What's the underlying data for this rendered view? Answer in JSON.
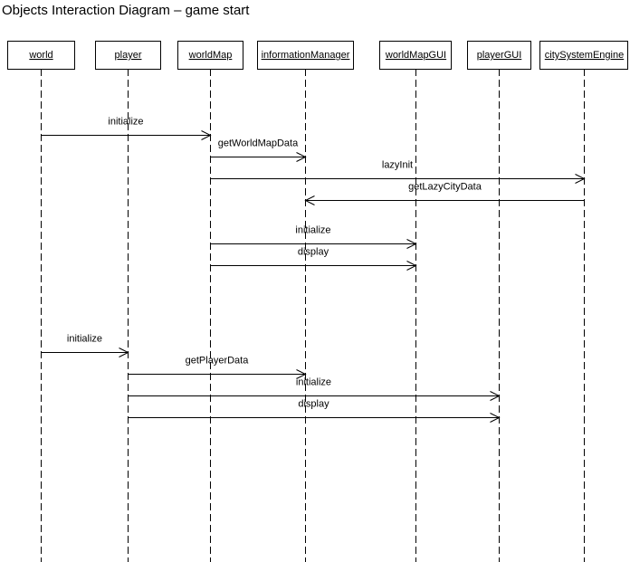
{
  "title": "Objects Interaction Diagram – game start",
  "objects": [
    {
      "id": "world",
      "label": "world"
    },
    {
      "id": "player",
      "label": "player"
    },
    {
      "id": "worldMap",
      "label": "worldMap"
    },
    {
      "id": "informationManager",
      "label": "informationManager"
    },
    {
      "id": "worldMapGUI",
      "label": "worldMapGUI"
    },
    {
      "id": "playerGUI",
      "label": "playerGUI"
    },
    {
      "id": "citySystemEngine",
      "label": "citySystemEngine"
    }
  ],
  "messages": [
    {
      "from": "world",
      "to": "worldMap",
      "label": "initialize"
    },
    {
      "from": "worldMap",
      "to": "informationManager",
      "label": "getWorldMapData"
    },
    {
      "from": "worldMap",
      "to": "citySystemEngine",
      "label": "lazyInit"
    },
    {
      "from": "citySystemEngine",
      "to": "informationManager",
      "label": "getLazyCityData"
    },
    {
      "from": "worldMap",
      "to": "worldMapGUI",
      "label": "initialize"
    },
    {
      "from": "worldMap",
      "to": "worldMapGUI",
      "label": "display"
    },
    {
      "from": "world",
      "to": "player",
      "label": "initialize"
    },
    {
      "from": "player",
      "to": "informationManager",
      "label": "getPlayerData"
    },
    {
      "from": "player",
      "to": "playerGUI",
      "label": "initialize"
    },
    {
      "from": "player",
      "to": "playerGUI",
      "label": "display"
    }
  ]
}
